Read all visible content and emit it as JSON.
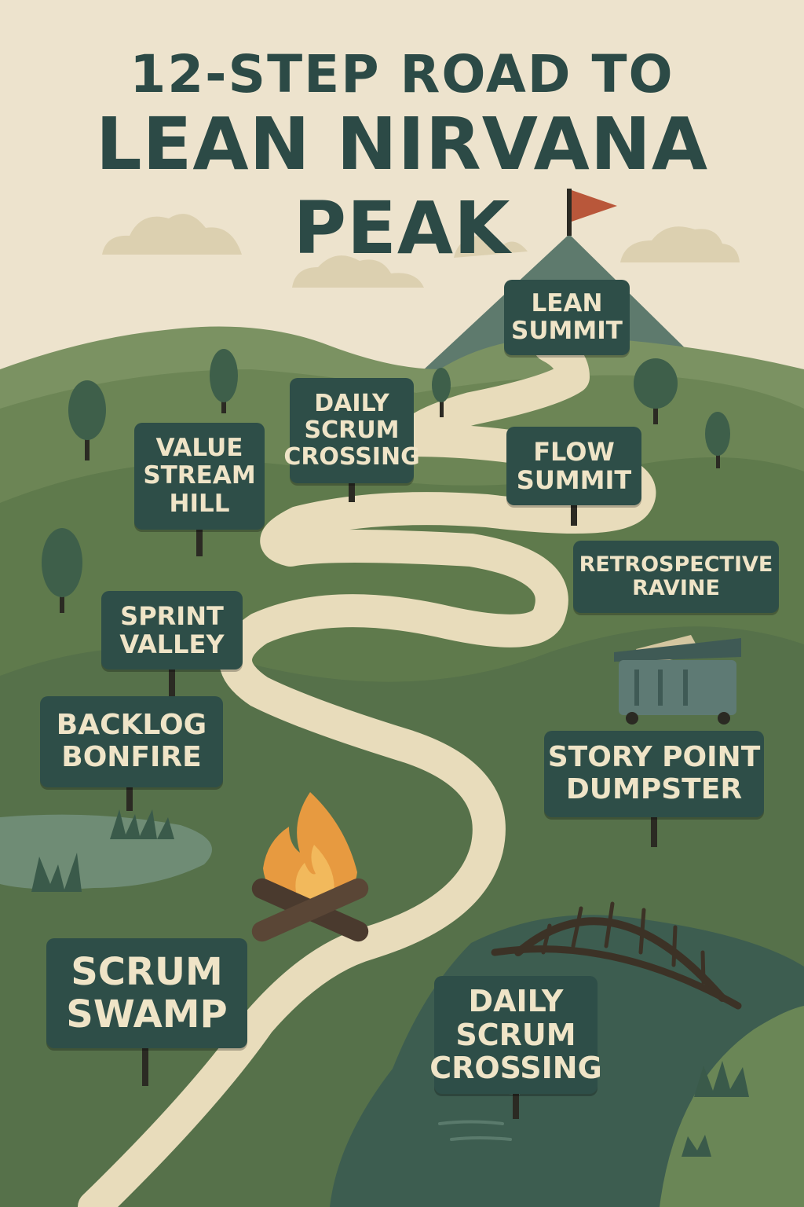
{
  "title": {
    "line1": "12-STEP ROAD TO",
    "line2": "LEAN NIRVANA PEAK"
  },
  "signs": {
    "lean_summit": "LEAN\nSUMMIT",
    "daily_scrum_crossing_top": "DAILY\nSCRUM\nCROSSING",
    "value_stream_hill": "VALUE\nSTREAM\nHILL",
    "flow_summit": "FLOW\nSUMMIT",
    "retrospective_ravine": "RETROSPECTIVE\nRAVINE",
    "sprint_valley": "SPRINT\nVALLEY",
    "backlog_bonfire": "BACKLOG\nBONFIRE",
    "story_point_dumpster": "STORY POINT\nDUMPSTER",
    "scrum_swamp": "SCRUM\nSWAMP",
    "daily_scrum_crossing_bottom": "DAILY\nSCRUM\nCROSSING"
  },
  "colors": {
    "sky": "#ede3cd",
    "sign_board": "#2e4e48",
    "sign_text": "#efe4c7",
    "title_text": "#2c4a46",
    "path": "#e8dcbb",
    "flag": "#b9573a",
    "fire": "#e79a40"
  },
  "icons": [
    "flag-icon",
    "campfire-icon",
    "dumpster-icon",
    "bridge-icon",
    "tree-icon",
    "cloud-icon",
    "grass-icon"
  ]
}
